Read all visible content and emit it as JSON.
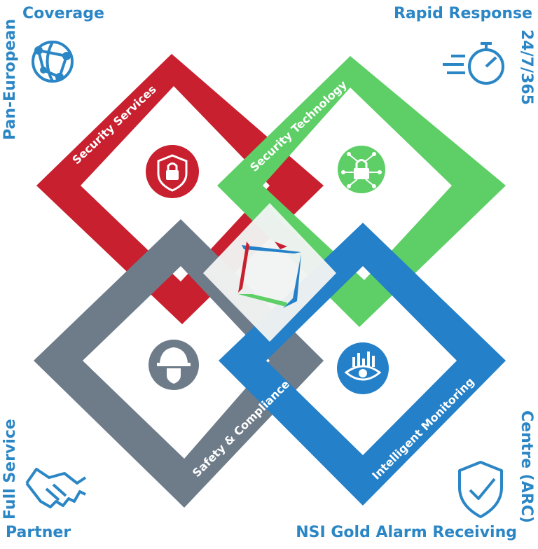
{
  "corners": {
    "top_left": {
      "horizontal": "Coverage",
      "vertical": "Pan-European"
    },
    "top_right": {
      "horizontal": "Rapid Response",
      "vertical": "24/7/365"
    },
    "bottom_left": {
      "horizontal": "Partner",
      "vertical": "Full Service"
    },
    "bottom_right": {
      "horizontal": "NSI Gold Alarm Receiving",
      "vertical": "Centre (ARC)"
    }
  },
  "pillars": {
    "security_services": {
      "label": "Security Services",
      "color": "#c8202f"
    },
    "security_technology": {
      "label": "Security Technology",
      "color": "#5dcf66"
    },
    "safety_compliance": {
      "label": "Safety & Compliance",
      "color": "#6e7c8a"
    },
    "intelligent_monitoring": {
      "label": "Intelligent Monitoring",
      "color": "#2480c8"
    }
  },
  "colors": {
    "corner_text": "#2b86c5",
    "corner_icons": "#2b86c5"
  },
  "icons": {
    "top_left": "globe-network-icon",
    "top_right": "stopwatch-icon",
    "bottom_left": "handshake-icon",
    "bottom_right": "shield-check-icon",
    "security_services": "shield-lock-icon",
    "security_technology": "circuit-lock-icon",
    "safety_compliance": "hardhat-shield-icon",
    "intelligent_monitoring": "eye-data-icon",
    "center": "logo-icon"
  }
}
